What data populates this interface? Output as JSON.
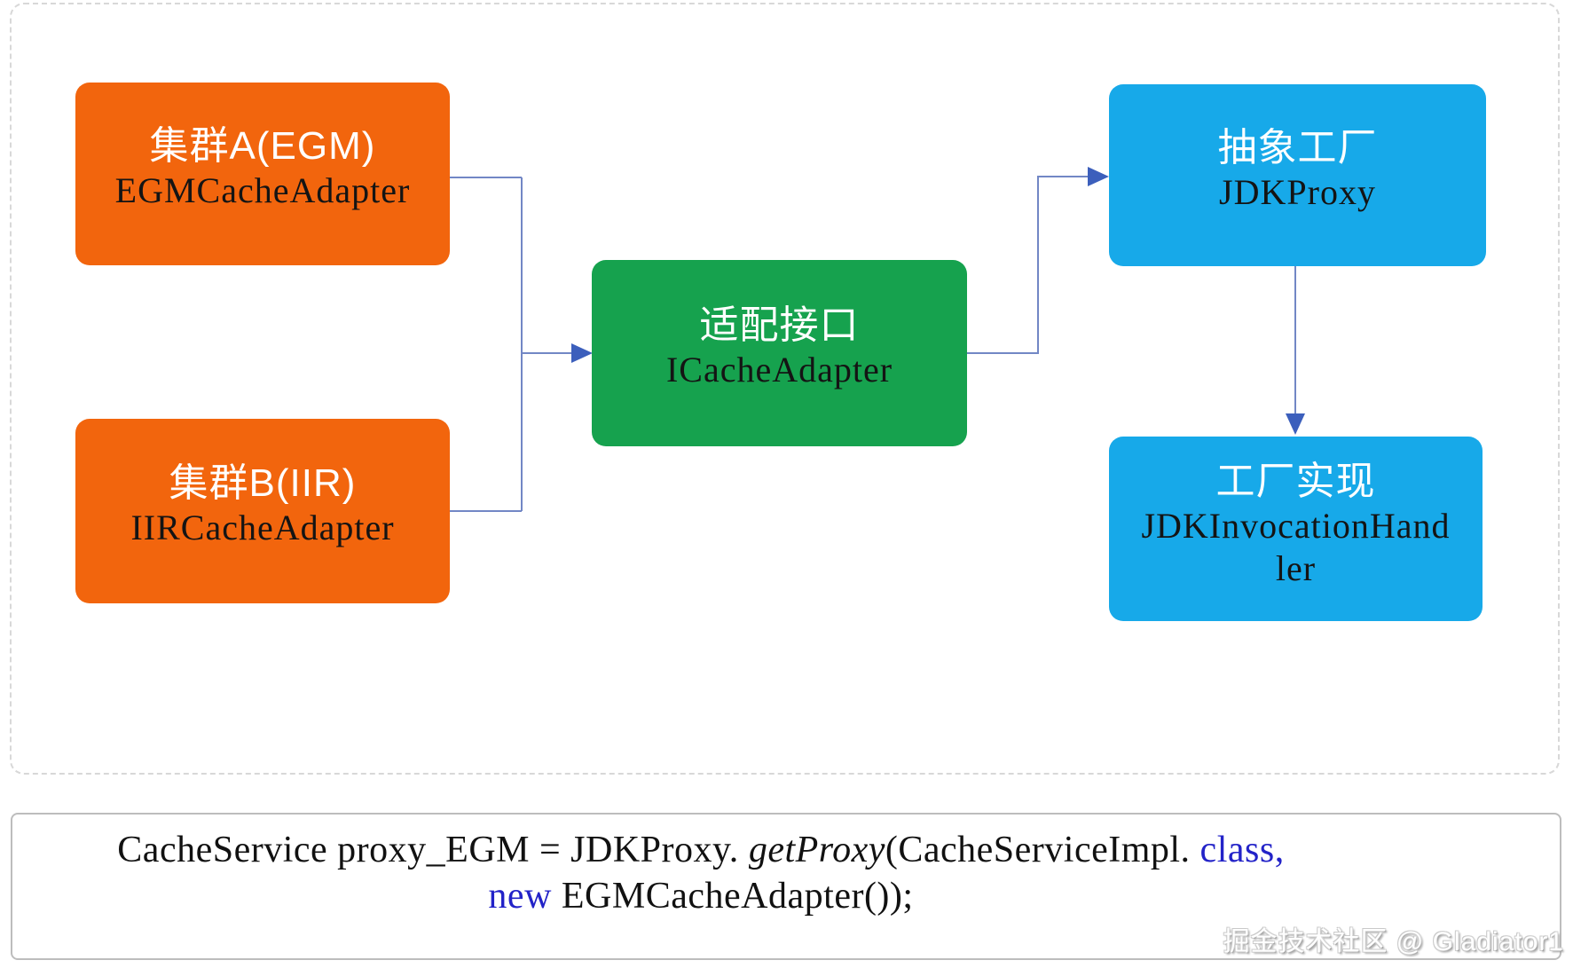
{
  "diagram": {
    "boxes": [
      {
        "id": "clusterA",
        "title": "集群A(EGM)",
        "subtitle": "EGMCacheAdapter",
        "color": "#f2650d"
      },
      {
        "id": "clusterB",
        "title": "集群B(IIR)",
        "subtitle": "IIRCacheAdapter",
        "color": "#f2650d"
      },
      {
        "id": "adapter",
        "title": "适配接口",
        "subtitle": "ICacheAdapter",
        "color": "#16a24e"
      },
      {
        "id": "factory",
        "title": "抽象工厂",
        "subtitle": "JDKProxy",
        "color": "#17a9e9"
      },
      {
        "id": "factoryImpl",
        "title": "工厂实现",
        "subtitle": "JDKInvocationHandler",
        "color": "#17a9e9"
      }
    ],
    "connectors": [
      "clusterA→adapter",
      "clusterB→adapter",
      "adapter→factory",
      "factory→factoryImpl"
    ],
    "line_color": "#7287c5",
    "arrow_color": "#3c5fbc"
  },
  "code": {
    "line1_seg1": "CacheService proxy_EGM = JDKProxy. ",
    "line1_seg2": "getProxy",
    "line1_seg3": "(CacheServiceImpl. ",
    "line1_seg4": "class,",
    "line2_seg1": "new",
    "line2_seg2": " EGMCacheAdapter());",
    "keyword_color": "#2323c8"
  },
  "watermark": "掘金技术社区 @ Gladiator1"
}
